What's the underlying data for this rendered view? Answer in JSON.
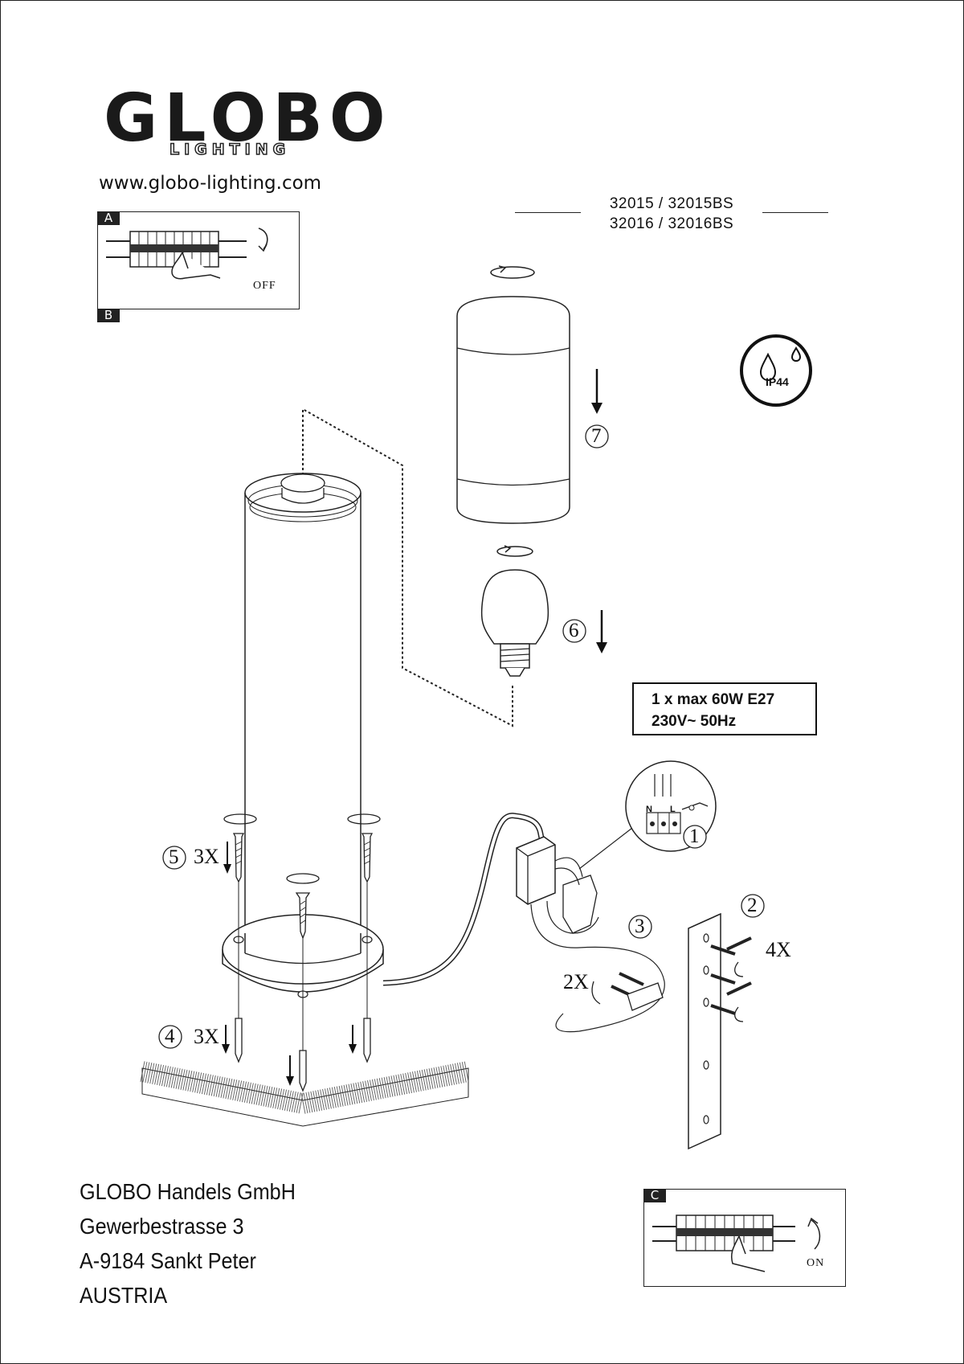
{
  "brand": {
    "name": "GLOBO",
    "sub": "LIGHTING",
    "website": "www.globo-lighting.com"
  },
  "models": {
    "line1": "32015 / 32015BS",
    "line2": "32016 / 32016BS"
  },
  "spec": {
    "line1": "1 x max 60W E27",
    "line2": "230V~ 50Hz"
  },
  "ip_rating": "IP44",
  "insets": {
    "a": {
      "tag": "A",
      "caption": "OFF"
    },
    "b": {
      "tag": "B"
    },
    "c": {
      "tag": "C",
      "caption": "ON"
    }
  },
  "steps": [
    {
      "number": "1"
    },
    {
      "number": "2",
      "count": "4X"
    },
    {
      "number": "3",
      "count": "2X"
    },
    {
      "number": "4",
      "count": "3X"
    },
    {
      "number": "5",
      "count": "3X"
    },
    {
      "number": "6"
    },
    {
      "number": "7"
    }
  ],
  "terminal_marks": {
    "n": "N",
    "l": "L"
  },
  "address": {
    "company": "GLOBO Handels GmbH",
    "street": "Gewerbestrasse 3",
    "city": "A-9184 Sankt Peter",
    "country": "AUSTRIA"
  },
  "colors": {
    "ink": "#111111",
    "background": "#ffffff"
  }
}
